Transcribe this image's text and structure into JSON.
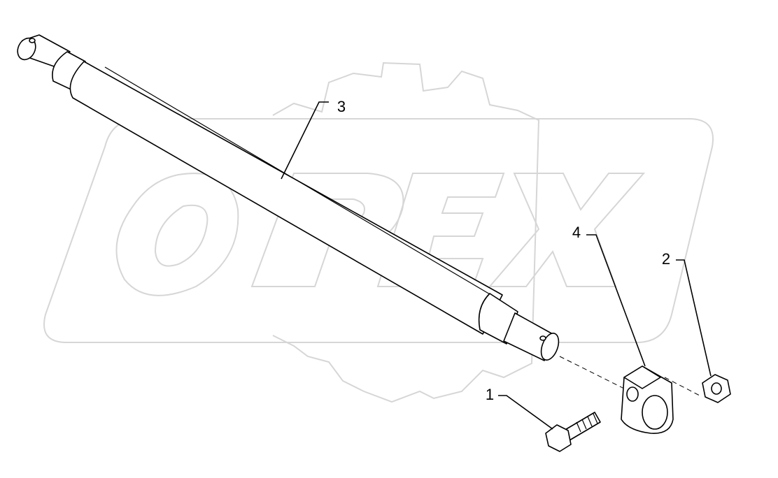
{
  "watermark": {
    "brand": "OPEX"
  },
  "callouts": [
    {
      "id": "1",
      "label": "1"
    },
    {
      "id": "2",
      "label": "2"
    },
    {
      "id": "3",
      "label": "3"
    },
    {
      "id": "4",
      "label": "4"
    }
  ],
  "colors": {
    "line": "#000000",
    "watermark": "#d6d6d6",
    "background": "#ffffff"
  }
}
